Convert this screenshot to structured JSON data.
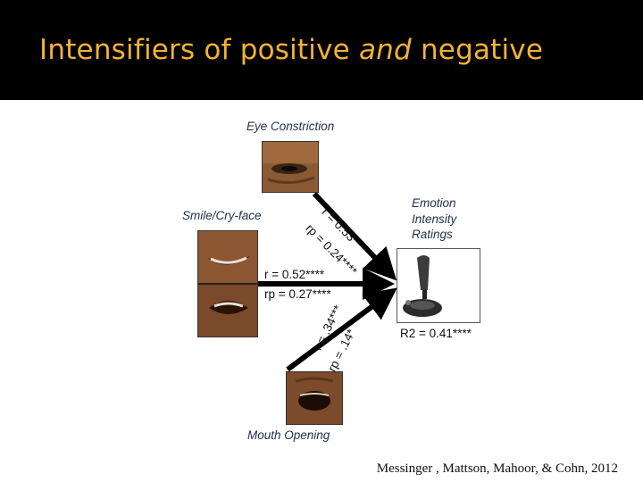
{
  "slide": {
    "title_part1": "Intensifiers of positive ",
    "title_em": "and",
    "title_part2": " negative",
    "citation": "Messinger , Mattson, Mahoor, & Cohn, 2012"
  },
  "diagram": {
    "eye_label": "Eye Constriction",
    "smile_label": "Smile/Cry-face",
    "mouth_label": "Mouth Opening",
    "emotion_line1": "Emotion",
    "emotion_line2": "Intensity",
    "emotion_line3": "Ratings",
    "stat_eye_r": "r = 0.53****",
    "stat_eye_rp": "rp = 0.24****",
    "stat_smile_r": "r = 0.52****",
    "stat_smile_rp": "rp = 0.27****",
    "stat_mouth_r": "r = .34***",
    "stat_mouth_rp": "rp = .14*",
    "stat_R2": "R2 = 0.41****",
    "icons": [
      "happy-face-icon",
      "sad-face-icon",
      "joystick-icon"
    ],
    "colors": {
      "title": "#f3b234",
      "happy": "#f6c341",
      "sad": "#a8c6e2"
    }
  }
}
